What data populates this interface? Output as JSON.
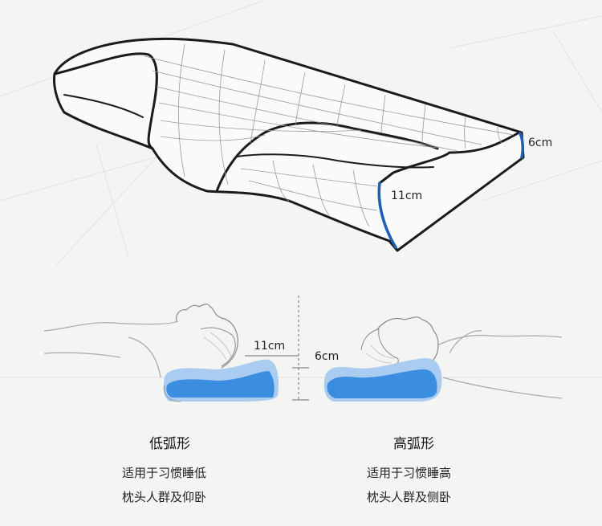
{
  "pillow": {
    "label_height_low": "6cm",
    "label_height_high": "11cm"
  },
  "diagram": {
    "label_high": "11cm",
    "label_low": "6cm"
  },
  "captions": {
    "left": {
      "title": "低弧形",
      "line1": "适用于习惯睡低",
      "line2": "枕头人群及仰卧"
    },
    "right": {
      "title": "高弧形",
      "line1": "适用于习惯睡高",
      "line2": "枕头人群及侧卧"
    }
  },
  "colors": {
    "accent_blue": "#1f5fb4",
    "gel_blue": "#3b8de0",
    "gel_light": "#a9ccf0"
  }
}
